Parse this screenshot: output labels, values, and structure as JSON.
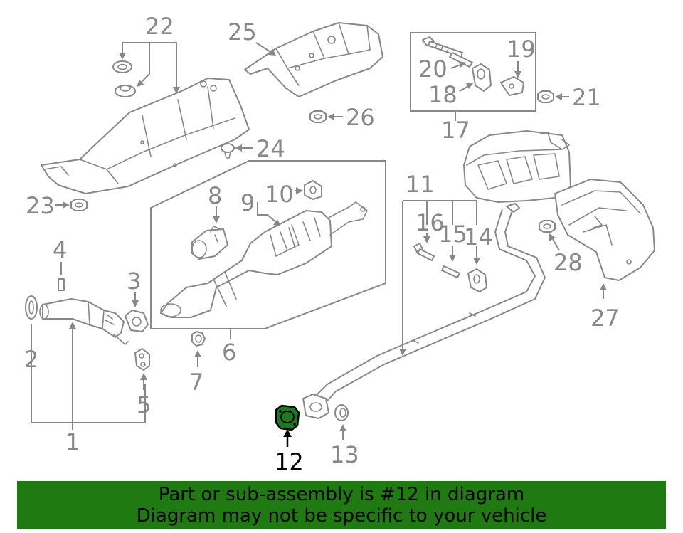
{
  "callouts": {
    "c1": "1",
    "c2": "2",
    "c3": "3",
    "c4": "4",
    "c5": "5",
    "c6": "6",
    "c7": "7",
    "c8": "8",
    "c9": "9",
    "c10": "10",
    "c11": "11",
    "c12": "12",
    "c13": "13",
    "c14": "14",
    "c15": "15",
    "c16": "16",
    "c17": "17",
    "c18": "18",
    "c19": "19",
    "c20": "20",
    "c21": "21",
    "c22": "22",
    "c23": "23",
    "c24": "24",
    "c25": "25",
    "c26": "26",
    "c27": "27",
    "c28": "28"
  },
  "highlighted_part": "12",
  "colors": {
    "highlight": "#1e7a1e",
    "banner": "#1f7a11",
    "line_art": "#888888"
  },
  "banner": {
    "line1": "Part or sub-assembly is #12 in diagram",
    "line2": "Diagram may not be specific to your vehicle"
  }
}
